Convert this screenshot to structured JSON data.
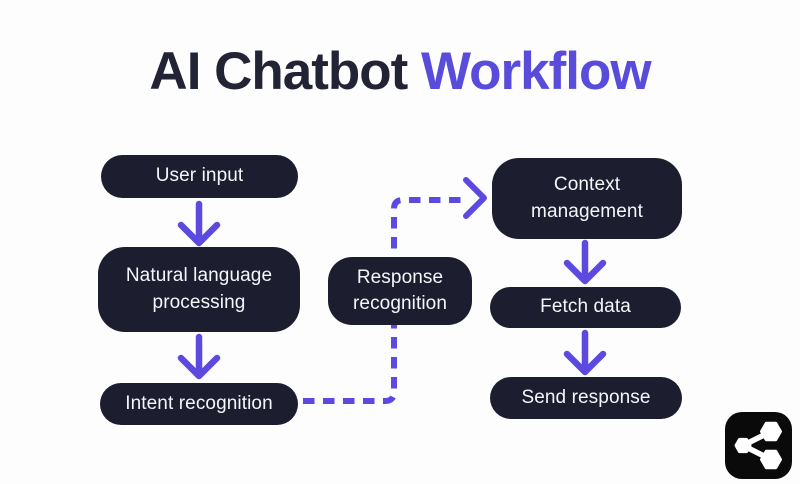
{
  "title": {
    "prefix": "AI Chatbot ",
    "highlight": "Workflow"
  },
  "colors": {
    "accent_purple": "#5b49e0",
    "node_background": "#1d1d30",
    "node_text": "#f5f6fa",
    "title_dark": "#232336",
    "title_accent": "#5a4cda",
    "canvas_background": "#fdfdfe",
    "badge_background": "#0a0a0a"
  },
  "nodes": [
    {
      "id": "user-input",
      "label": "User input"
    },
    {
      "id": "natural-language-processing",
      "label": "Natural language processing"
    },
    {
      "id": "intent-recognition",
      "label": "Intent recognition"
    },
    {
      "id": "response-recognition",
      "label": "Response recognition"
    },
    {
      "id": "context-management",
      "label": "Context management"
    },
    {
      "id": "fetch-data",
      "label": "Fetch data"
    },
    {
      "id": "send-response",
      "label": "Send response"
    }
  ],
  "edges": [
    {
      "from": "user-input",
      "to": "natural-language-processing",
      "style": "solid"
    },
    {
      "from": "natural-language-processing",
      "to": "intent-recognition",
      "style": "solid"
    },
    {
      "from": "intent-recognition",
      "to": "context-management",
      "style": "dashed",
      "passes": "response-recognition"
    },
    {
      "from": "context-management",
      "to": "fetch-data",
      "style": "solid"
    },
    {
      "from": "fetch-data",
      "to": "send-response",
      "style": "solid"
    }
  ],
  "badge": {
    "icon": "share-icon"
  }
}
